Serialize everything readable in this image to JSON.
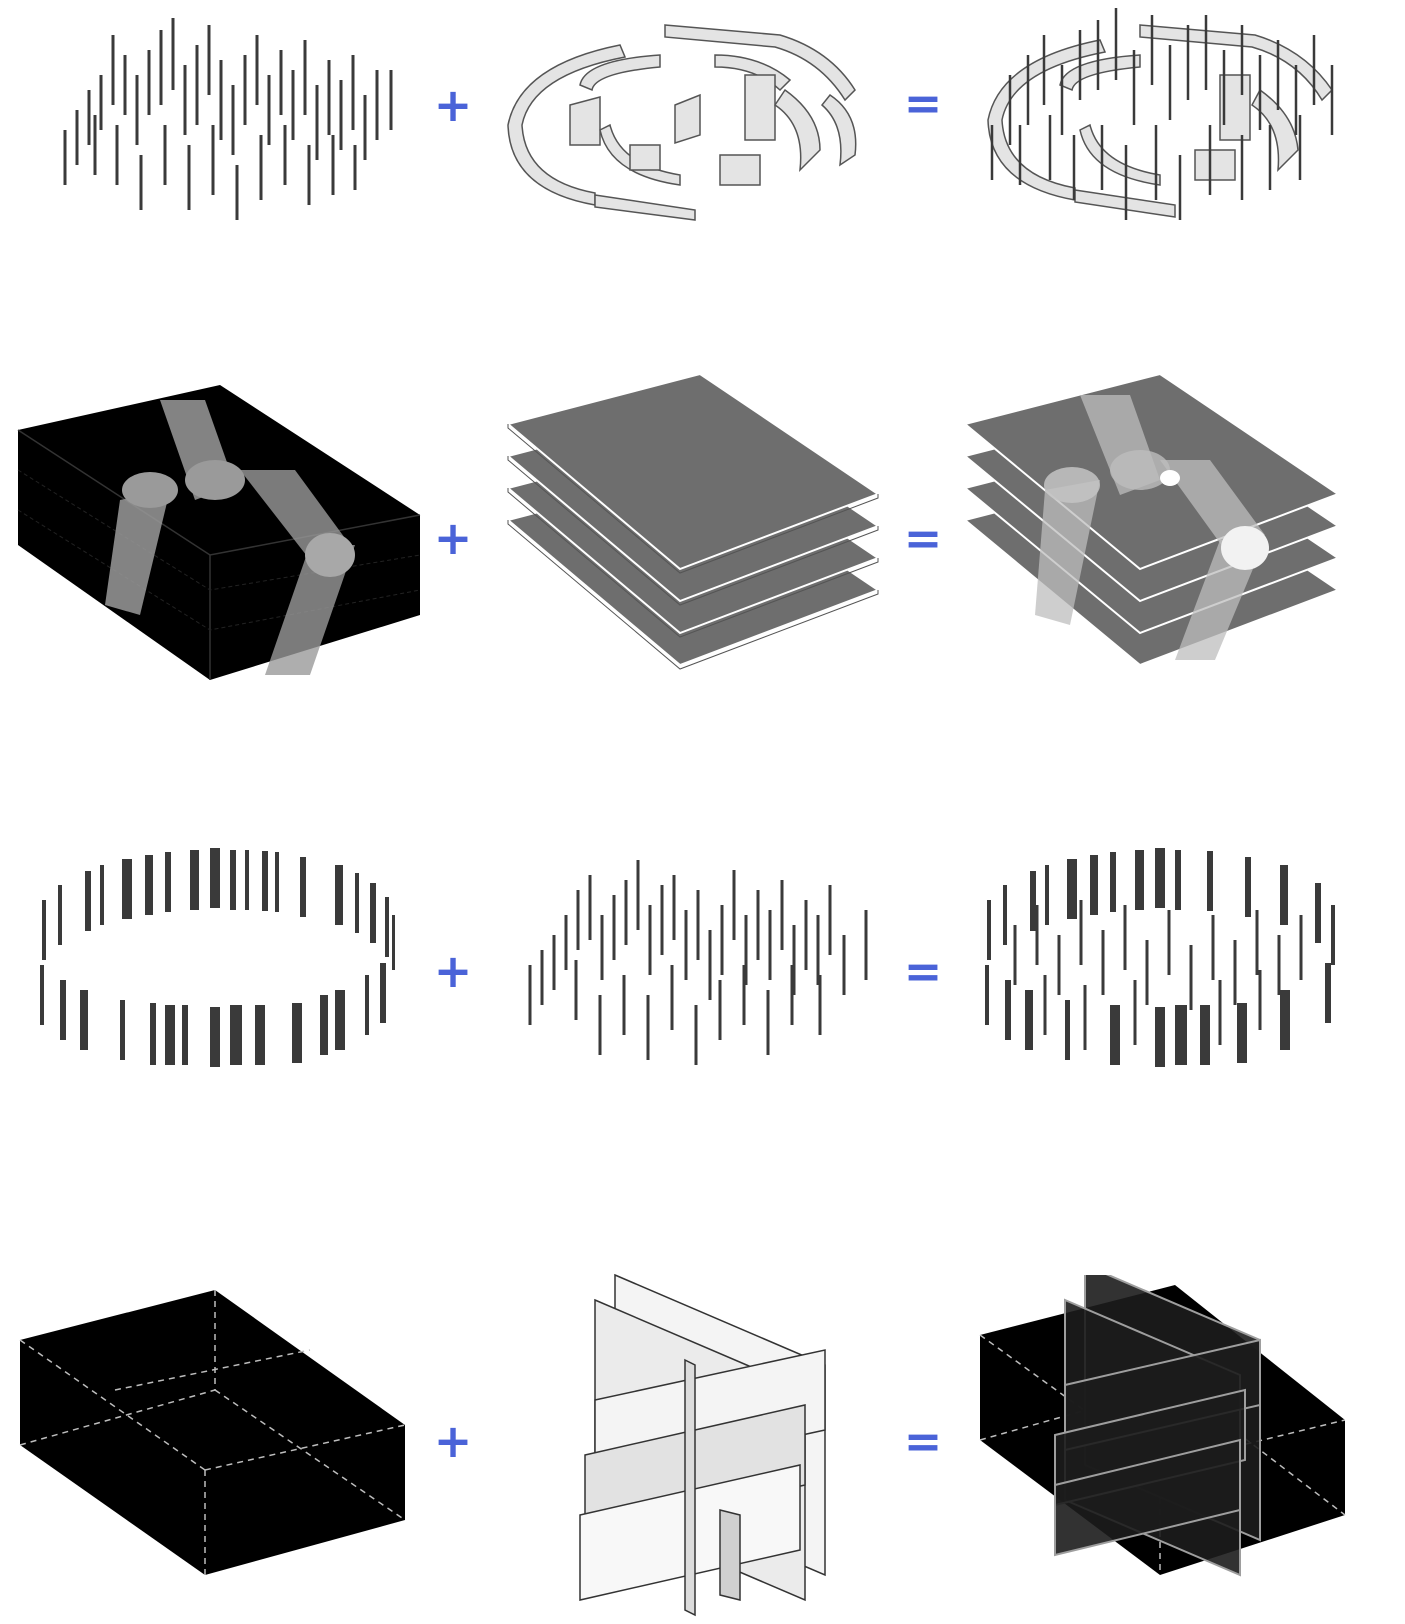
{
  "operators": {
    "plus": "+",
    "equals": "="
  },
  "colors": {
    "operator": "#4a63d8",
    "solid_black": "#000000",
    "slab_gray": "#6e6e6e",
    "light_fill": "#e4e4e4",
    "post_dark": "#3a3a3a",
    "dashed_edge": "#bdbdbd",
    "tube_gray": "#9a9a9a"
  },
  "rows": [
    {
      "left": "vertical-posts-field",
      "middle": "curved-wall-fragments",
      "right": "posts-and-curved-walls-combined"
    },
    {
      "left": "solid-box-with-voids",
      "middle": "stacked-floor-slabs",
      "right": "slabs-with-voids-combined"
    },
    {
      "left": "ring-of-fins",
      "middle": "vertical-posts-field",
      "right": "ring-and-posts-combined"
    },
    {
      "left": "solid-black-box",
      "middle": "cross-wall-grid",
      "right": "box-with-cross-walls-combined"
    }
  ]
}
